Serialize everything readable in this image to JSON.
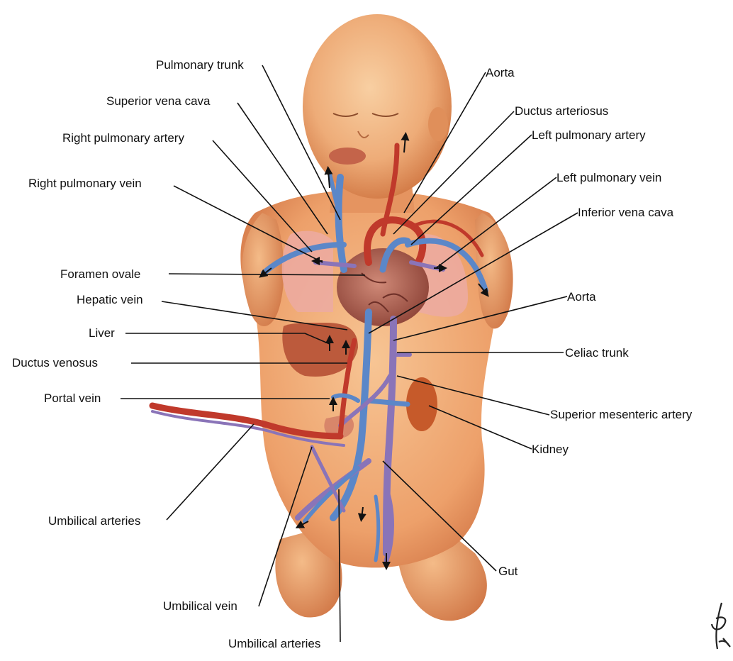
{
  "colors": {
    "background": "#ffffff",
    "skin_light": "#f6c08f",
    "skin_mid": "#e9975e",
    "skin_dark": "#c9683a",
    "lung": "#ecaaa2",
    "heart": "#b8685a",
    "liver": "#bc5a3c",
    "kidney": "#c65a2a",
    "vein_blue": "#5b87c8",
    "artery_red": "#c0392b",
    "mixed_purple": "#8a74b8",
    "leader_line": "#111111"
  },
  "labels": {
    "pulmonary_trunk": "Pulmonary trunk",
    "superior_vena_cava": "Superior vena cava",
    "right_pulmonary_artery": "Right pulmonary artery",
    "right_pulmonary_vein": "Right pulmonary vein",
    "foramen_ovale": "Foramen ovale",
    "hepatic_vein": "Hepatic vein",
    "liver": "Liver",
    "ductus_venosus": "Ductus venosus",
    "portal_vein": "Portal vein",
    "umbilical_arteries_left": "Umbilical arteries",
    "umbilical_vein": "Umbilical vein",
    "umbilical_arteries_bottom": "Umbilical arteries",
    "aorta_top": "Aorta",
    "ductus_arteriosus": "Ductus arteriosus",
    "left_pulmonary_artery": "Left pulmonary artery",
    "left_pulmonary_vein": "Left pulmonary vein",
    "inferior_vena_cava": "Inferior vena cava",
    "aorta_mid": "Aorta",
    "celiac_trunk": "Celiac trunk",
    "superior_mesenteric_artery": "Superior mesenteric artery",
    "kidney": "Kidney",
    "gut": "Gut"
  },
  "signature": "artist-signature"
}
